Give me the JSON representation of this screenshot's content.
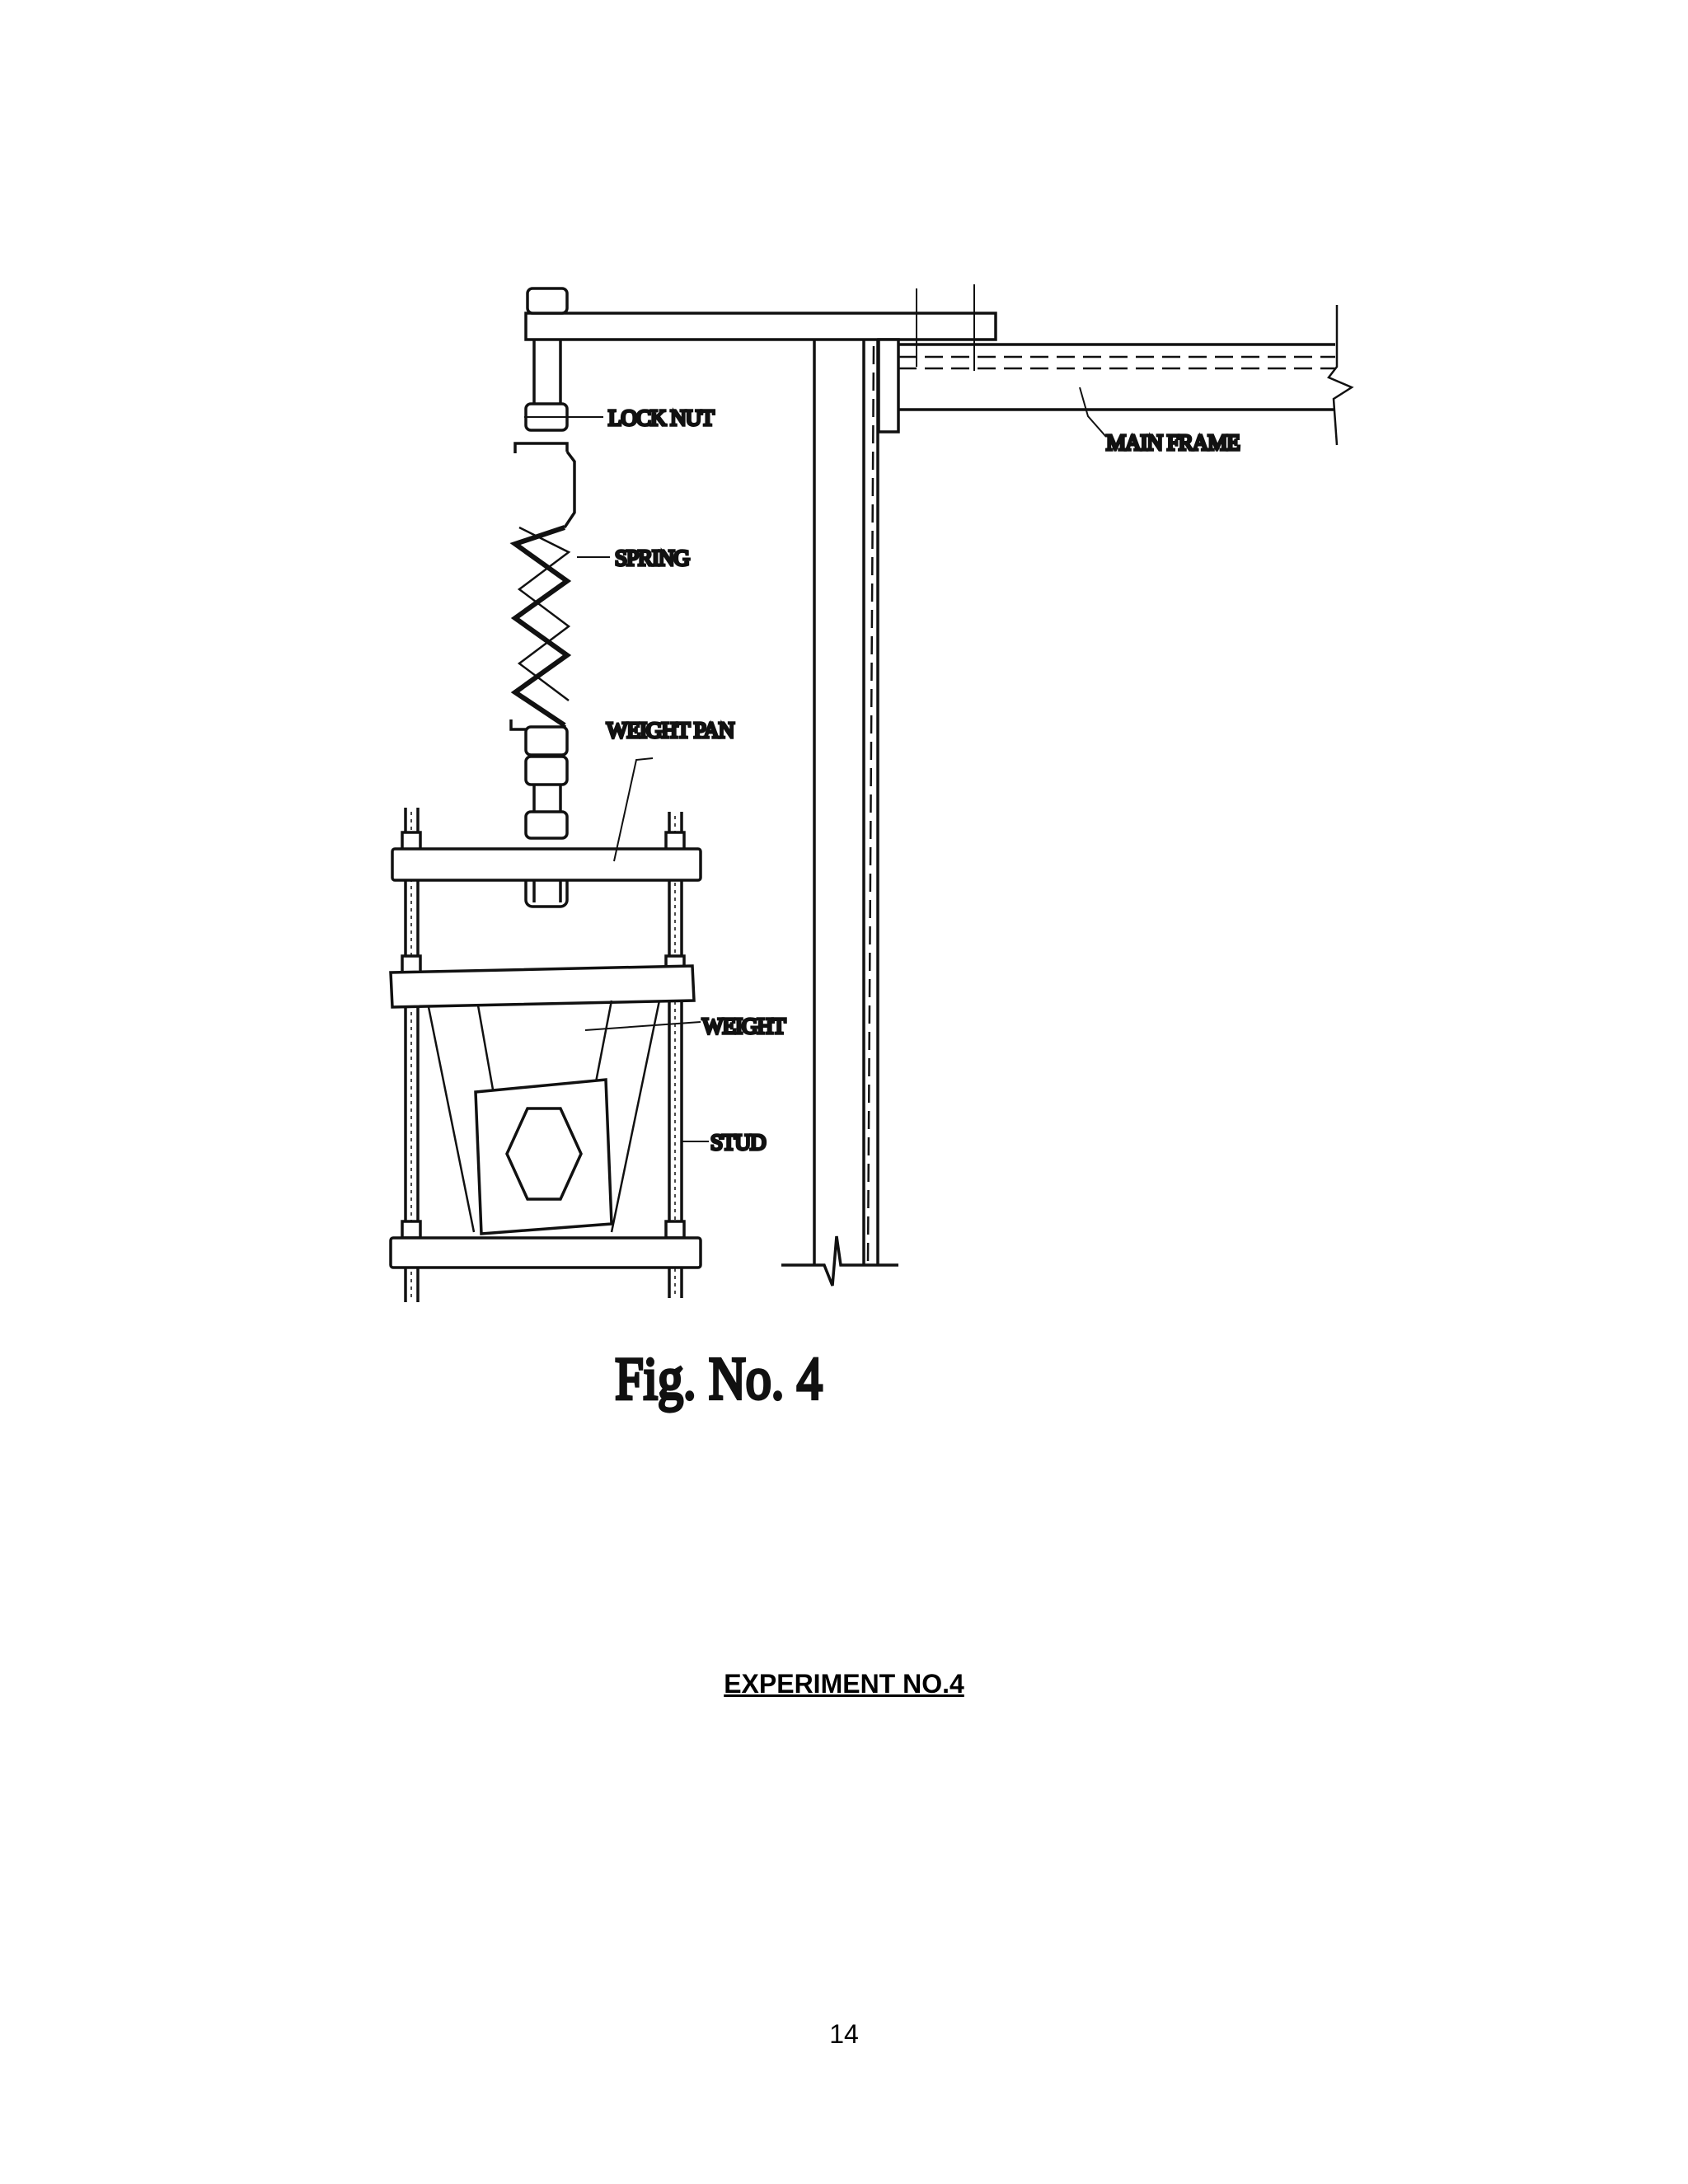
{
  "figure": {
    "labels": {
      "lock_nut": "LOCK NUT",
      "spring": "SPRING",
      "weight_pan": "WEIGHT PAN",
      "weight": "WEIGHT",
      "stud": "STUD",
      "main_frame": "MAIN FRAME"
    },
    "caption": "Fig. No. 4"
  },
  "heading": "EXPERIMENT NO.4",
  "page_number": "14"
}
